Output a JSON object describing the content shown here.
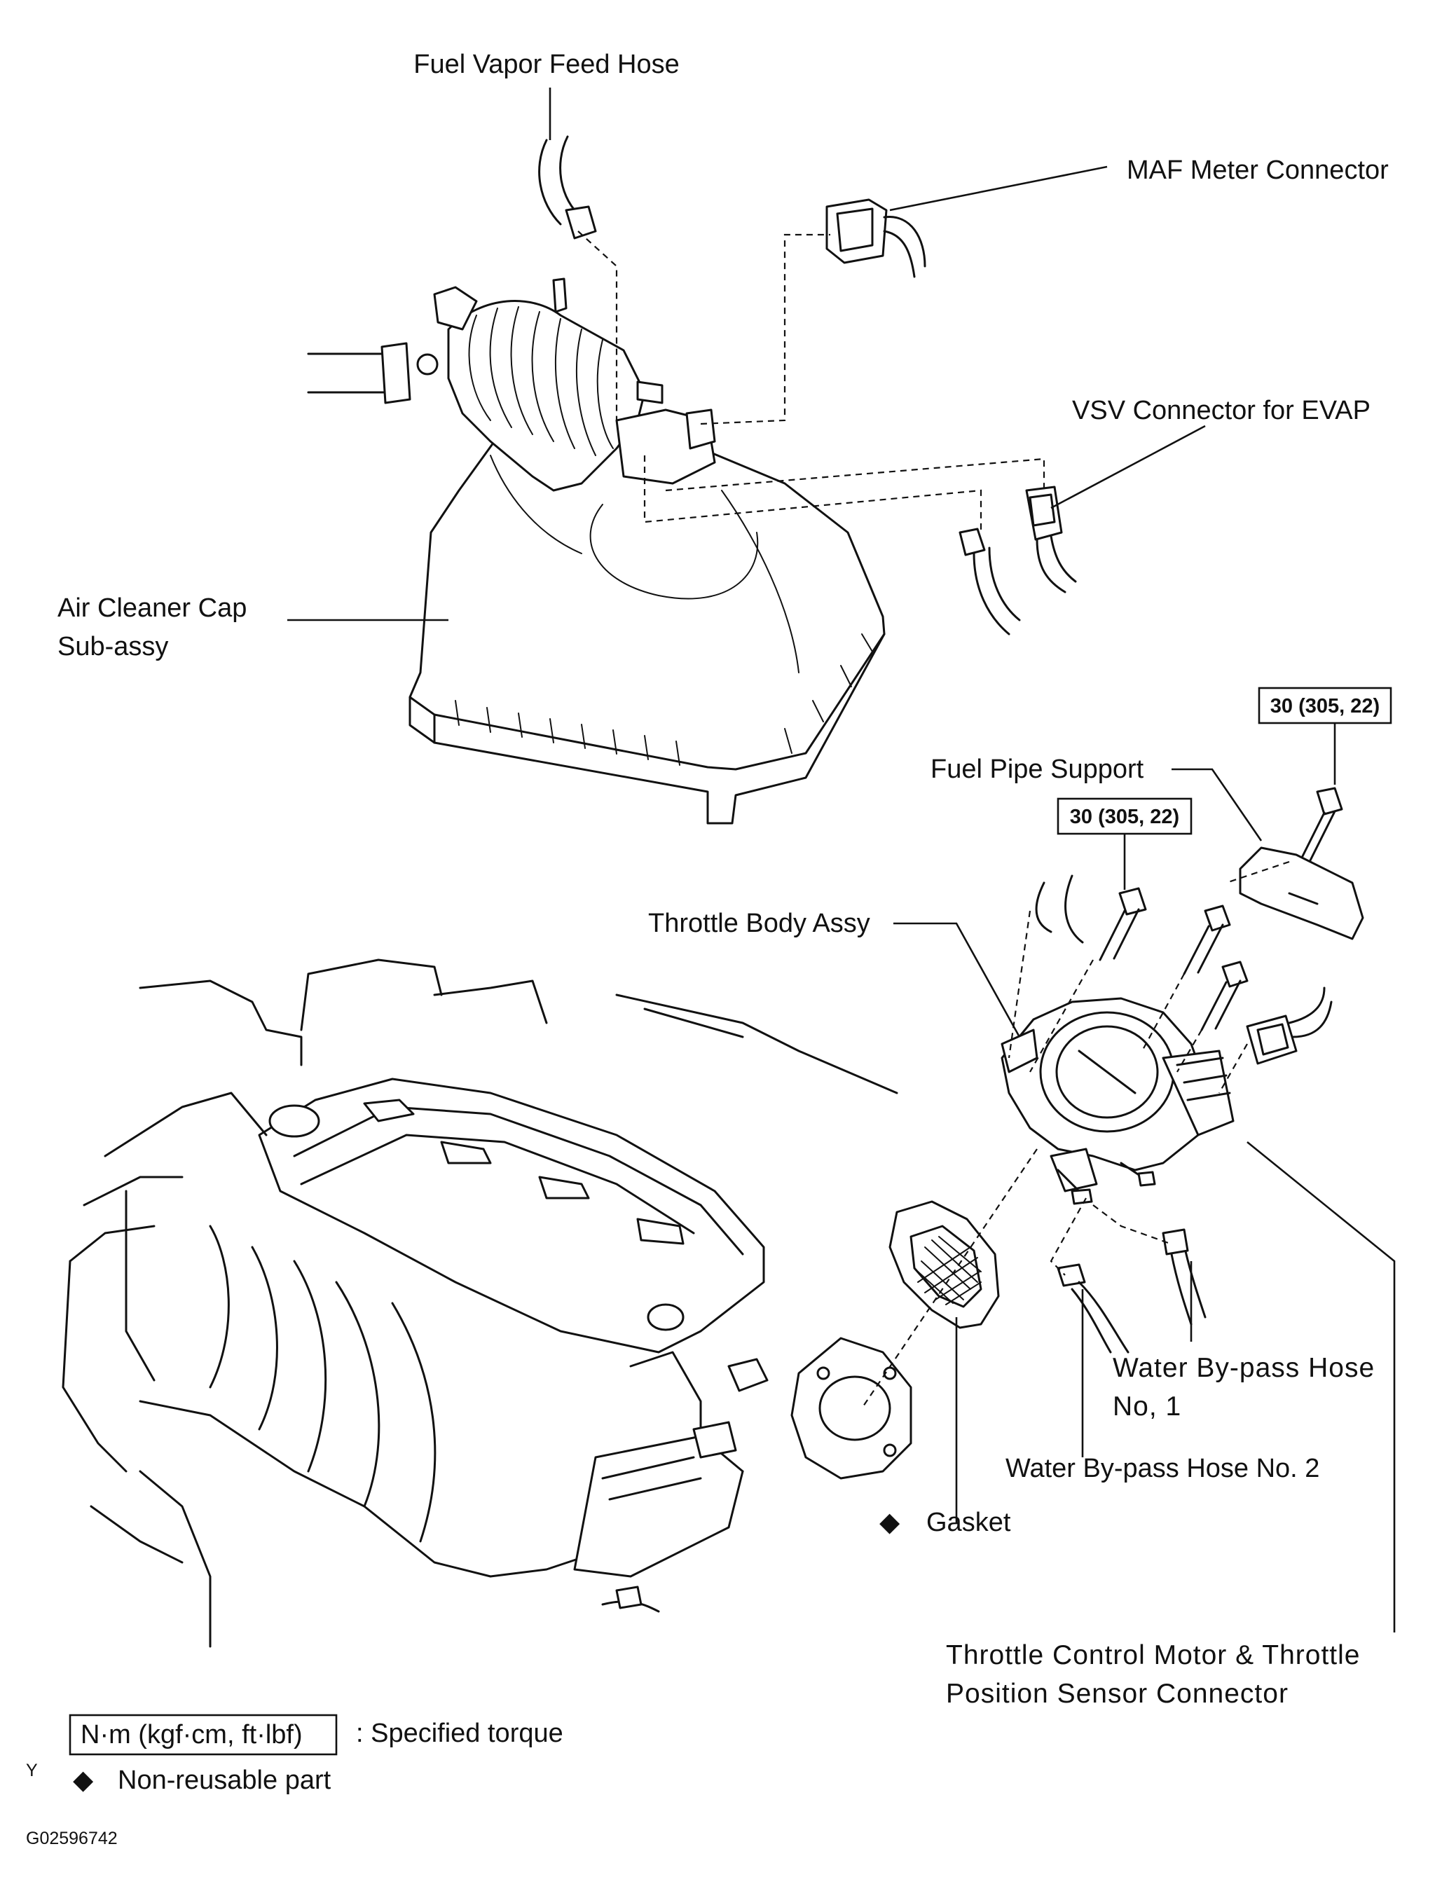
{
  "labels": {
    "fuel_vapor_feed_hose": "Fuel Vapor Feed Hose",
    "maf_meter_connector": "MAF Meter Connector",
    "vsv_connector": "VSV Connector for EVAP",
    "air_cleaner_cap_line1": "Air Cleaner Cap",
    "air_cleaner_cap_line2": "Sub-assy",
    "fuel_pipe_support": "Fuel Pipe Support",
    "throttle_body_assy": "Throttle Body Assy",
    "water_bypass_hose_1_line1": "Water By-pass Hose",
    "water_bypass_hose_1_line2": "No, 1",
    "water_bypass_hose_2": "Water By-pass Hose No. 2",
    "gasket": "Gasket",
    "throttle_control_line1": "Throttle Control Motor & Throttle",
    "throttle_control_line2": "Position Sensor Connector"
  },
  "torque_specs": {
    "upper": "30 (305, 22)",
    "lower": "30 (305, 22)"
  },
  "legend": {
    "unit_box": "N·m (kgf·cm, ft·lbf)",
    "unit_desc": ": Specified torque",
    "nonreusable_symbol": "◆",
    "nonreusable_desc": "Non-reusable part",
    "side_mark": "Y"
  },
  "figure_id": "G02596742"
}
